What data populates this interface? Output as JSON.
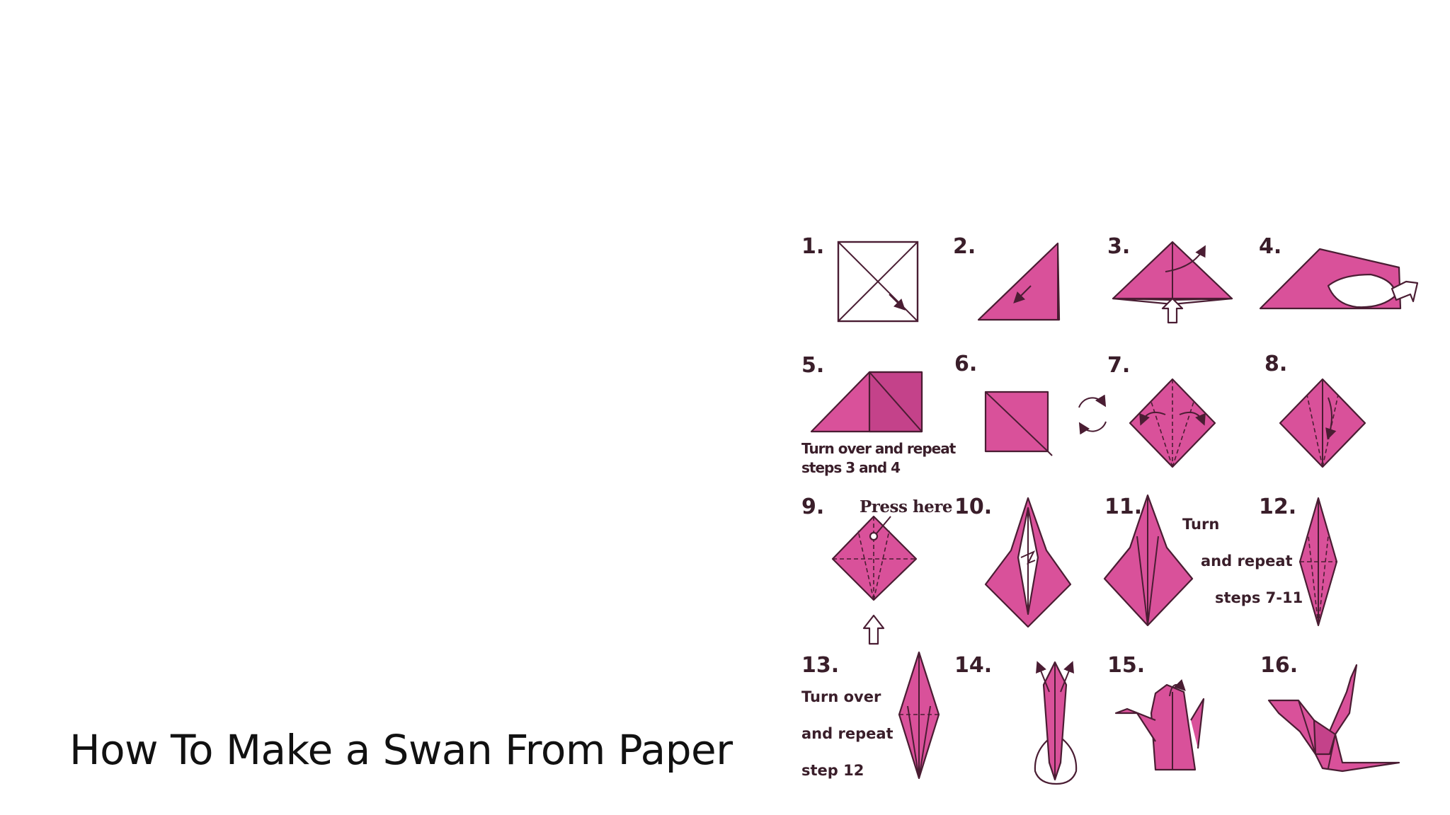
{
  "slide": {
    "title": "How To Make a Swan From Paper"
  },
  "diagram": {
    "fill_color": "#d9519a",
    "line_color": "#4a1d33",
    "steps": [
      {
        "number": "1.",
        "note": ""
      },
      {
        "number": "2.",
        "note": ""
      },
      {
        "number": "3.",
        "note": ""
      },
      {
        "number": "4.",
        "note": ""
      },
      {
        "number": "5.",
        "note_lines": [
          "Turn over and repeat",
          "steps 3 and 4"
        ]
      },
      {
        "number": "6.",
        "note": ""
      },
      {
        "number": "7.",
        "note": ""
      },
      {
        "number": "8.",
        "note": ""
      },
      {
        "number": "9.",
        "label": "Press here"
      },
      {
        "number": "10.",
        "note": ""
      },
      {
        "number": "11.",
        "note_lines": [
          "Turn",
          "and repeat",
          "steps 7-11"
        ]
      },
      {
        "number": "12.",
        "note": ""
      },
      {
        "number": "13.",
        "note_lines": [
          "Turn over",
          "and repeat",
          "step 12"
        ]
      },
      {
        "number": "14.",
        "note": ""
      },
      {
        "number": "15.",
        "note": ""
      },
      {
        "number": "16.",
        "note": ""
      }
    ]
  }
}
